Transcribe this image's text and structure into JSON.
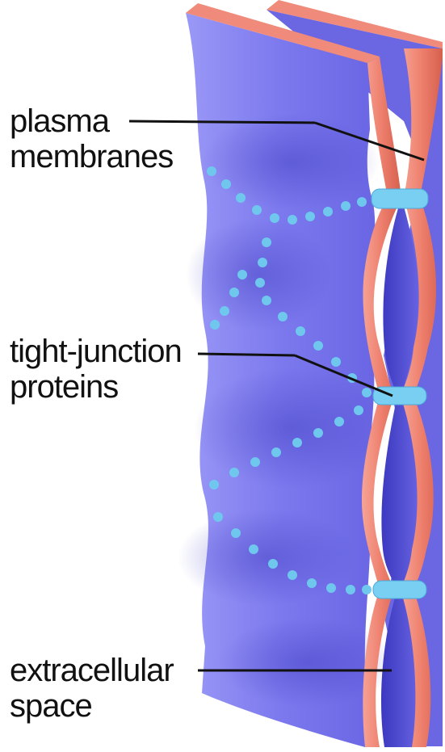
{
  "labels": {
    "plasma": [
      "plasma",
      "membranes"
    ],
    "tight": [
      "tight-junction",
      "proteins"
    ],
    "extracellular": [
      "extracellular",
      "space"
    ]
  },
  "colors": {
    "membrane_face": "#7f7cf0",
    "membrane_dark": "#5350d8",
    "membrane_edge": "#f08a7a",
    "membrane_edge_dark": "#d9604e",
    "junction_protein": "#6fc7ee",
    "leader_line": "#111111"
  }
}
